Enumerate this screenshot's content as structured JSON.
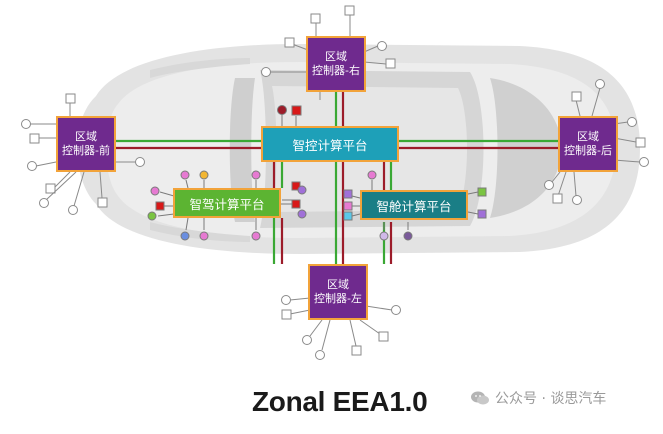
{
  "zones": {
    "right": {
      "line1": "区域",
      "line2": "控制器-右"
    },
    "front": {
      "line1": "区域",
      "line2": "控制器-前"
    },
    "rear": {
      "line1": "区域",
      "line2": "控制器-后"
    },
    "left": {
      "line1": "区域",
      "line2": "控制器-左"
    }
  },
  "platforms": {
    "center": "智控计算平台",
    "driving": "智驾计算平台",
    "cockpit": "智舱计算平台"
  },
  "caption": "Zonal EEA1.0",
  "watermark": "公众号 · 谈思汽车",
  "colors": {
    "zone_fill": "#6f2a8e",
    "box_border": "#f2a33a",
    "center_fill": "#1ea0b8",
    "driving_fill": "#5cb432",
    "cockpit_fill": "#1a7e86",
    "link_green": "#3aa834",
    "link_red": "#9c1c2a"
  }
}
